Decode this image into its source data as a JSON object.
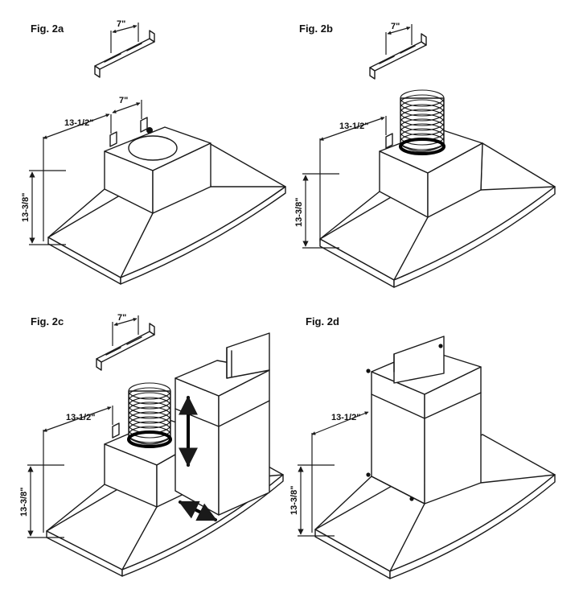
{
  "figures": [
    {
      "label": "Fig. 2a",
      "bracket_spacing": "7\"",
      "width_dim": "13-1/2\"",
      "height_dim": "13-3/8\"",
      "top_spacing": "7\""
    },
    {
      "label": "Fig. 2b",
      "bracket_spacing": "7\"",
      "width_dim": "13-1/2\"",
      "height_dim": "13-3/8\""
    },
    {
      "label": "Fig. 2c",
      "bracket_spacing": "7\"",
      "width_dim": "13-1/2\"",
      "height_dim": "13-3/8\""
    },
    {
      "label": "Fig. 2d",
      "width_dim": "13-1/2\"",
      "height_dim": "13-3/8\""
    }
  ]
}
